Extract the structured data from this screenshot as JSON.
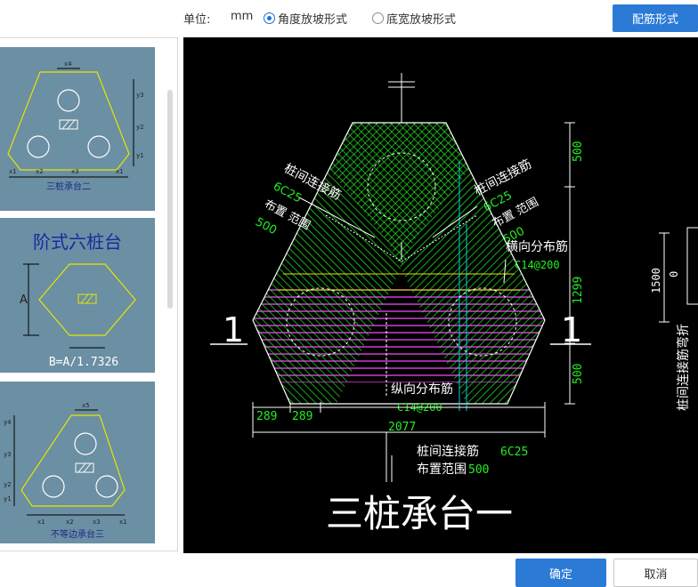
{
  "toolbar": {
    "unit_label": "单位:",
    "unit_value": "mm",
    "radio_angle": "角度放坡形式",
    "radio_width": "底宽放坡形式",
    "rebar_button": "配筋形式"
  },
  "sidebar": {
    "thumbs": [
      {
        "caption": "三桩承台二",
        "dims": [
          "x4",
          "y3",
          "y2",
          "y1",
          "x1",
          "x2",
          "x3",
          "x1"
        ]
      },
      {
        "title": "阶式六桩台",
        "dim_a": "A",
        "dim_b": "B=A/1.7326"
      },
      {
        "caption": "不等边承台三",
        "dims": [
          "x5",
          "y4",
          "y3",
          "y2",
          "y1",
          "x1",
          "x2",
          "x3",
          "x1"
        ]
      }
    ]
  },
  "drawing": {
    "title": "三桩承台一",
    "section_left": "1",
    "section_right": "1",
    "left_anno": {
      "name": "桩间连接筋",
      "rebar": "6C25",
      "range_label": "布置 范围",
      "range": "500"
    },
    "right_anno": {
      "name": "桩间连接筋",
      "rebar": "6C25",
      "range_label": "布置 范围",
      "range": "500"
    },
    "horizontal_anno": {
      "name": "横向分布筋",
      "rebar": "C14@200"
    },
    "vertical_anno": {
      "name": "纵向分布筋",
      "rebar": "C14@200"
    },
    "bottom_anno": {
      "name": "桩间连接筋",
      "rebar": "6C25",
      "range_label": "布置范围",
      "range": "500"
    },
    "dims_right": [
      "500",
      "1299",
      "500"
    ],
    "dims_bottom": [
      "289",
      "289",
      "2077"
    ],
    "side_dims": [
      "1500",
      "0"
    ],
    "side_label": "桩间连接筋弯折"
  },
  "footer": {
    "ok": "确定",
    "cancel": "取消"
  }
}
